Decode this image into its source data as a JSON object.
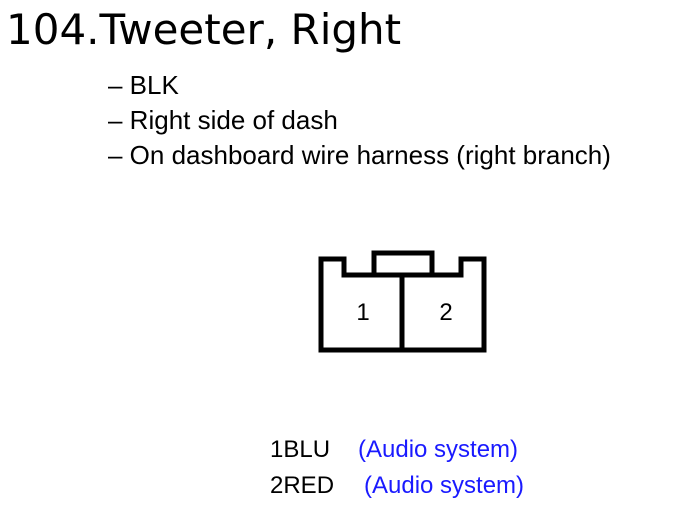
{
  "heading": {
    "number": "104.",
    "name": "Tweeter, Right"
  },
  "details": [
    "– BLK",
    "– Right side of dash",
    "– On dashboard wire harness (right branch)"
  ],
  "connector": {
    "pin_labels": [
      "1",
      "2"
    ],
    "outline_color": "#000000"
  },
  "pins": [
    {
      "id": "1BLU",
      "desc": "(Audio system)"
    },
    {
      "id": "2RED",
      "desc": "(Audio system)"
    }
  ],
  "colors": {
    "text": "#000000",
    "description": "#1a1aff"
  }
}
